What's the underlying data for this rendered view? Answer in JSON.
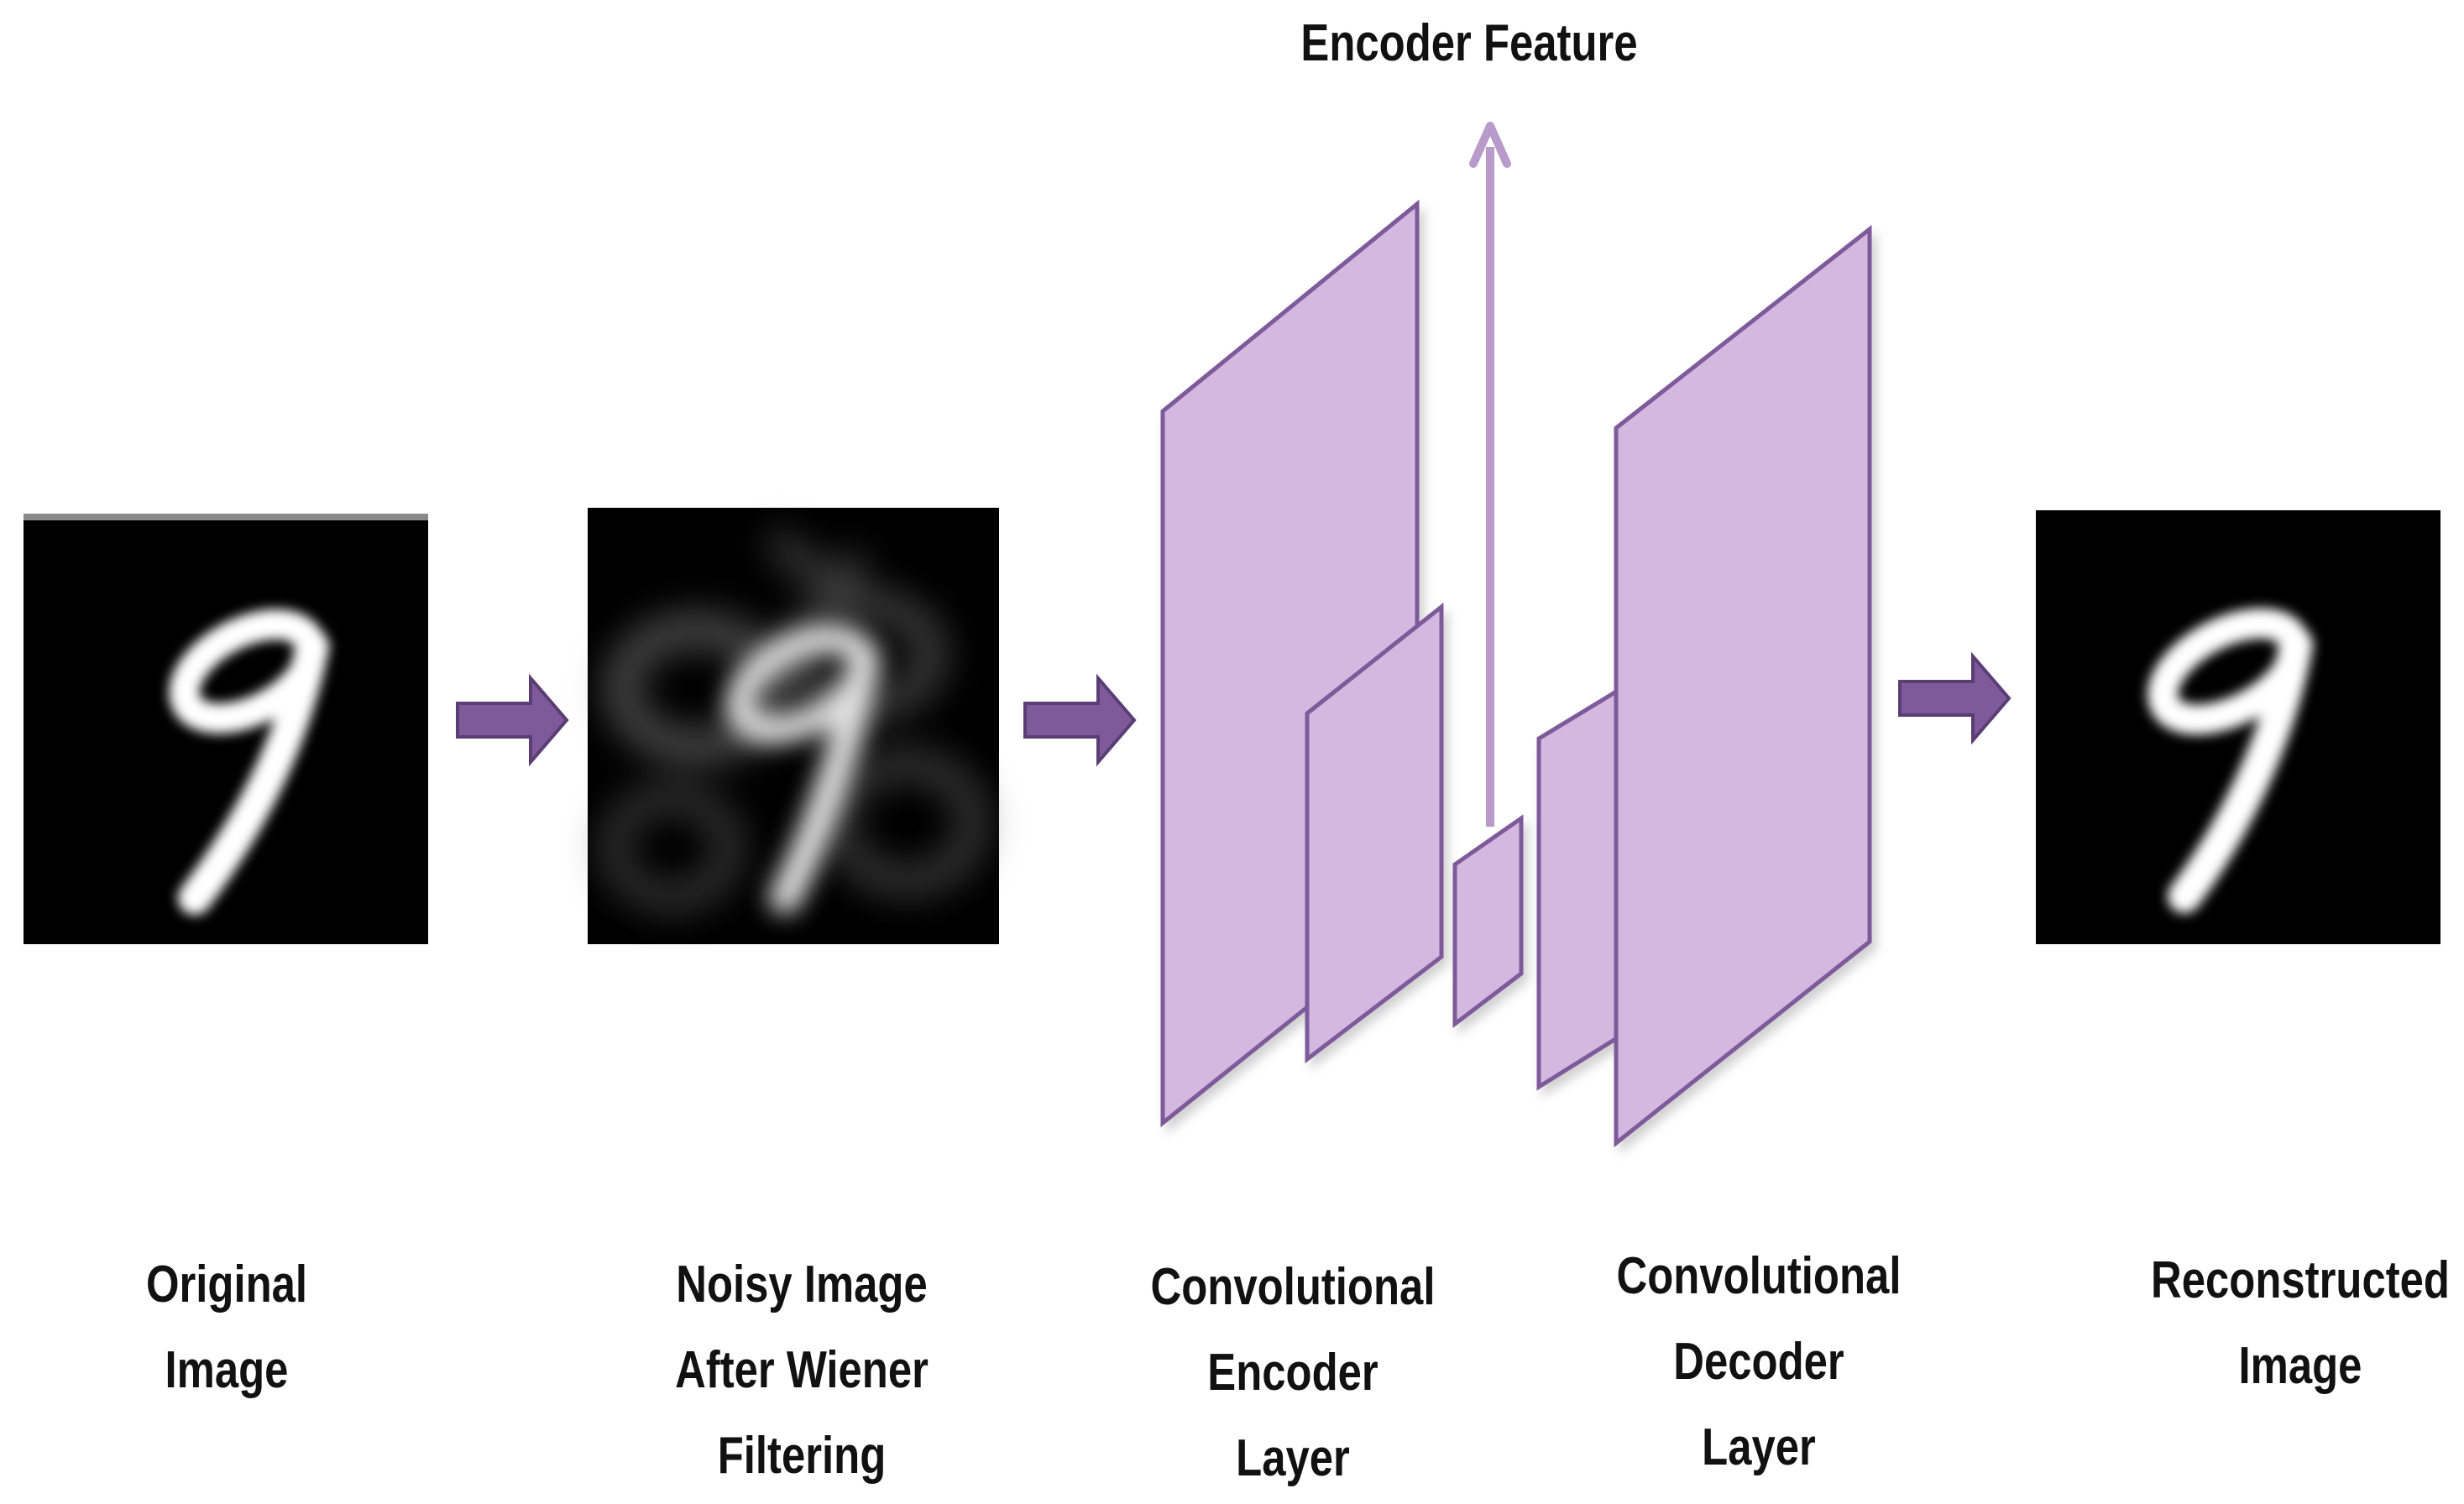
{
  "encoder_feature_label": "Encoder Feature",
  "captions": {
    "original": [
      "Original",
      "Image"
    ],
    "noisy": [
      "Noisy Image",
      "After Wiener",
      "Filtering"
    ],
    "encoder": [
      "Convolutional",
      "Encoder",
      "Layer"
    ],
    "decoder": [
      "Convolutional",
      "Decoder",
      "Layer"
    ],
    "reconstructed": [
      "Reconstructed",
      "Image"
    ]
  },
  "colors": {
    "layer_fill": "#D4B8E0",
    "layer_stroke": "#7E5A9B",
    "arrow_fill": "#7E5A9B",
    "feature_arrow": "#B99BCB",
    "image_bg": "#000000"
  },
  "icons": [
    "digit-9-image",
    "right-arrow-icon",
    "up-arrow-icon"
  ]
}
